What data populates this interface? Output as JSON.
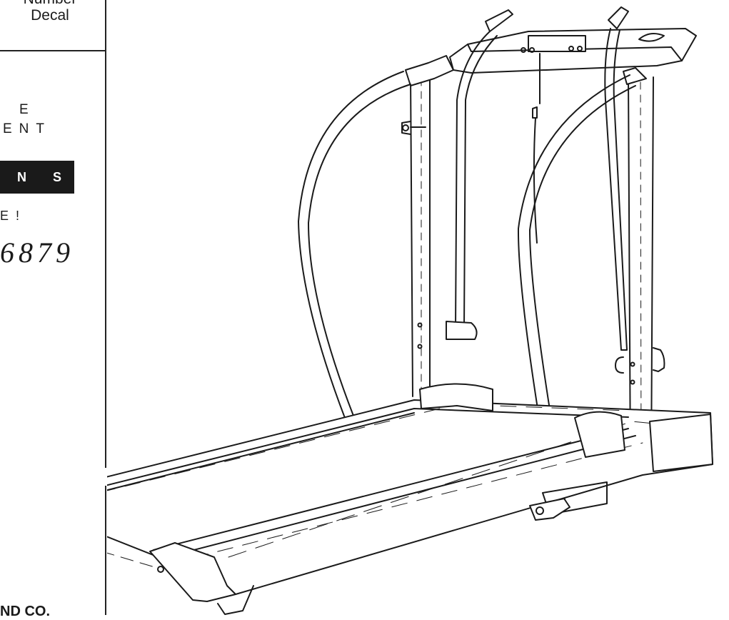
{
  "left_panel": {
    "decal_line1": "Number",
    "decal_line2": "Decal",
    "fragment1": "E",
    "fragment2": "ENT",
    "bar_fragment": "N S",
    "fragment3": "E!",
    "phone_fragment": "6879",
    "bottom_fragment": "ND CO."
  },
  "illustration": {
    "subject": "treadmill",
    "style": "black line art on white"
  }
}
